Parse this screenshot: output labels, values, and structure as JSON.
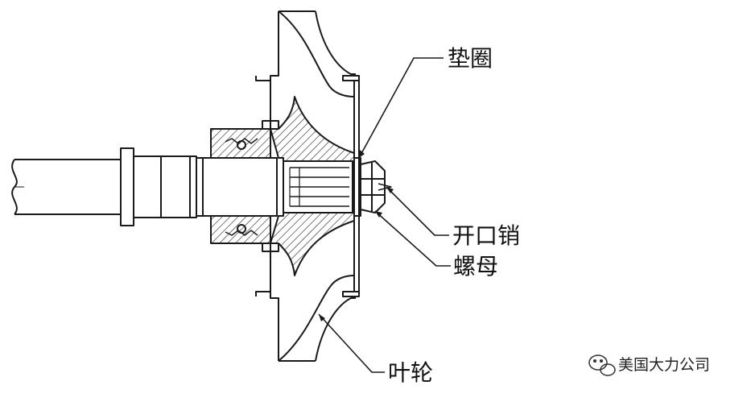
{
  "labels": {
    "washer": "垫圈",
    "cotter_pin": "开口销",
    "nut": "螺母",
    "impeller": "叶轮"
  },
  "watermark": {
    "icon": "wechat-icon",
    "text": "美国大力公司"
  },
  "colors": {
    "line": "#1a1a1a",
    "background": "#ffffff"
  }
}
